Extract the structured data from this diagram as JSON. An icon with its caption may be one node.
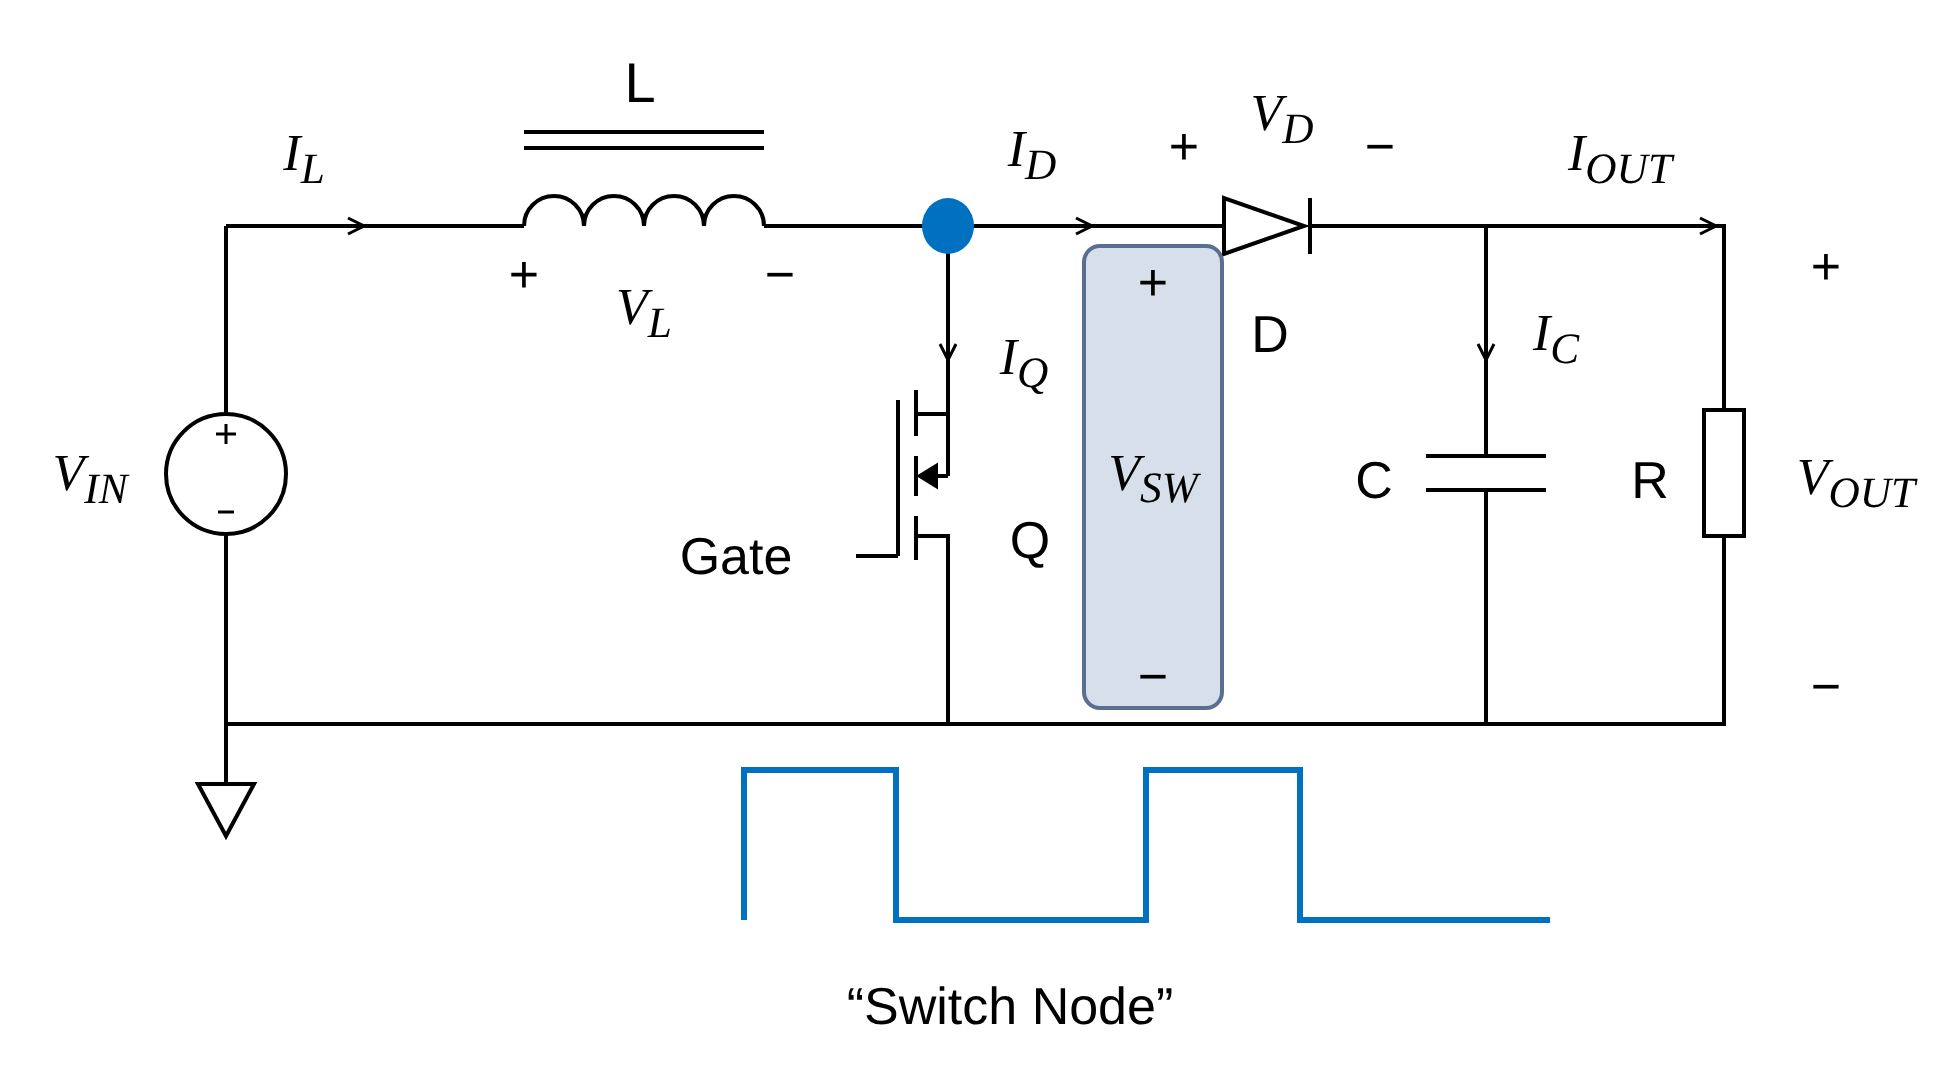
{
  "diagram": {
    "nodes": [
      {
        "text": [
          "+",
          "V$_{SW}$",
          "−"
        ]
      }
    ],
    "labels": [
      "L",
      "I$_{L}$",
      "I$_{D}$",
      "+",
      "V$_{D}$",
      "−",
      "I$_{OUT}$",
      "+",
      "V$_{L}$",
      "−",
      "+",
      "D",
      "I$_{Q}$",
      "I$_{C}$",
      "V$_{IN}$",
      "Q",
      "C",
      "R",
      "V$_{OUT}$",
      "Gate",
      "−",
      "“Switch Node”"
    ]
  }
}
